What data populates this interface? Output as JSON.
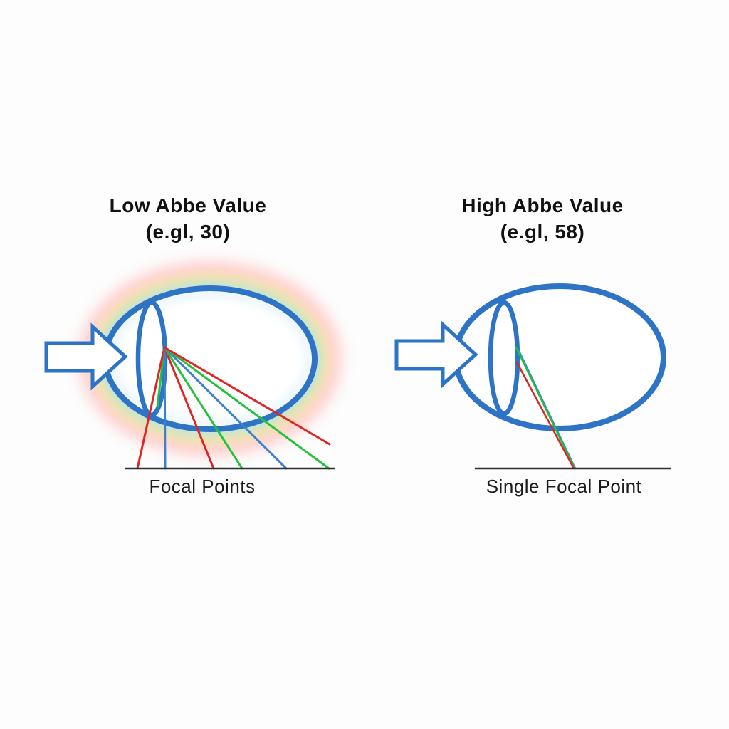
{
  "canvas": {
    "background": "#fdfdfd"
  },
  "left_panel": {
    "title_line1": "Low Abbe Value",
    "title_line2": "(e.gl, 30)",
    "focal_label": "Focal Points"
  },
  "right_panel": {
    "title_line1": "High Abbe Value",
    "title_line2": "(e.gl, 58)",
    "focal_label": "Single Focal Point"
  },
  "colors": {
    "outline": "#2e74c6",
    "ray_red": "#e02525",
    "ray_green": "#23c23c",
    "ray_blue": "#3b80d1",
    "focal_line": "#2f2f2f",
    "title_text": "#111111",
    "label_text": "#1c1c1c",
    "glow_red": "#ff9a9a",
    "glow_yellow": "#ffe97d",
    "glow_green": "#8fdf8f",
    "glow_cyan": "#9ad2f0",
    "glow_inner_cyan": "#bfe2f7",
    "arrow_fill": "#ffffff"
  }
}
